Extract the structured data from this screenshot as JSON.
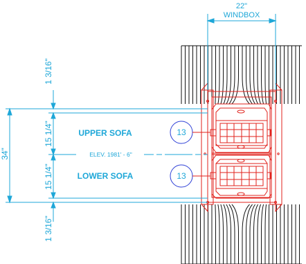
{
  "colors": {
    "dimension": "#1ea7d8",
    "windbox": "#e0201b",
    "tubes": "#111111",
    "balloon_stroke": "#2d3fd6"
  },
  "windbox": {
    "width_value": "22\"",
    "label": "WINDBOX"
  },
  "dimensions": {
    "overall": "34\"",
    "top_gap": "1 3/16\"",
    "upper_half": "15 1/4\"",
    "lower_half": "15 1/4\"",
    "bottom_gap": "1 3/16\""
  },
  "labels": {
    "upper_sofa": "UPPER SOFA",
    "lower_sofa": "LOWER SOFA",
    "elevation": "ELEV. 1981' - 6\""
  },
  "callouts": [
    {
      "id": "upper",
      "text": "13"
    },
    {
      "id": "lower",
      "text": "13"
    }
  ]
}
